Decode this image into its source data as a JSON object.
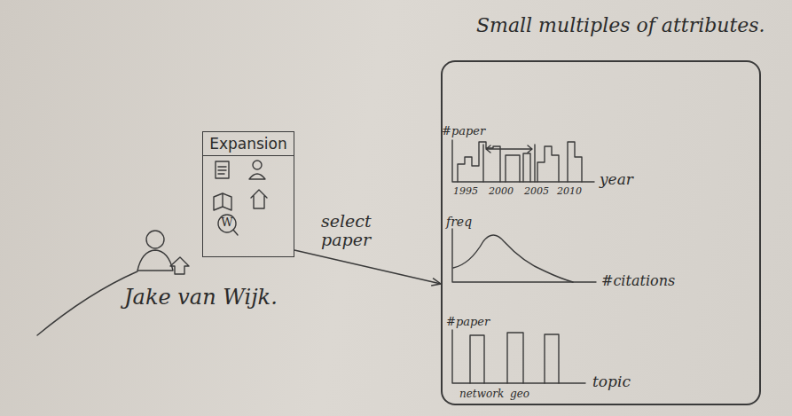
{
  "diagram": {
    "nodes": [
      {
        "text": [
          "Expansion"
        ]
      },
      {
        "text": [
          "Small multiples of attributes."
        ]
      }
    ],
    "edges": [
      {
        "from": 0,
        "to": 1,
        "label": "select paper",
        "arrow": "to"
      }
    ],
    "labels": [
      "Jake van Wijk.",
      "W",
      "#paper",
      "1995",
      "2000",
      "2005",
      "2010",
      "year",
      "freq",
      "#citations",
      "#paper",
      "network",
      "geo",
      "topic"
    ]
  }
}
